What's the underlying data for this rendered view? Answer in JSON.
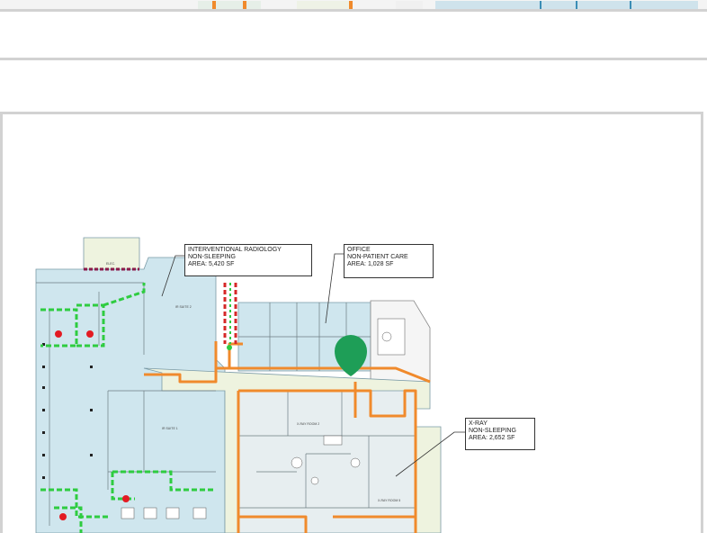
{
  "callouts": {
    "ir": {
      "line1": "INTERVENTIONAL RADIOLOGY",
      "line2": "NON-SLEEPING",
      "line3": "AREA: 5,420 SF"
    },
    "office": {
      "line1": "OFFICE",
      "line2": "NON-PATIENT CARE",
      "line3": "AREA: 1,028 SF"
    },
    "xray": {
      "line1": "X-RAY",
      "line2": "NON-SLEEPING",
      "line3": "AREA: 2,652 SF"
    }
  },
  "colors": {
    "zone_fill_blue": "#cfe6ee",
    "zone_fill_green": "#eef3df",
    "orange_boundary": "#f08a2c",
    "green_boundary": "#2ecc40",
    "red_boundary": "#d62828",
    "pin": "#1e9e57",
    "hazard_dot": "#e31b23"
  },
  "icons": {
    "pin": "map-pin-icon",
    "hazard": "red-dot-marker"
  }
}
